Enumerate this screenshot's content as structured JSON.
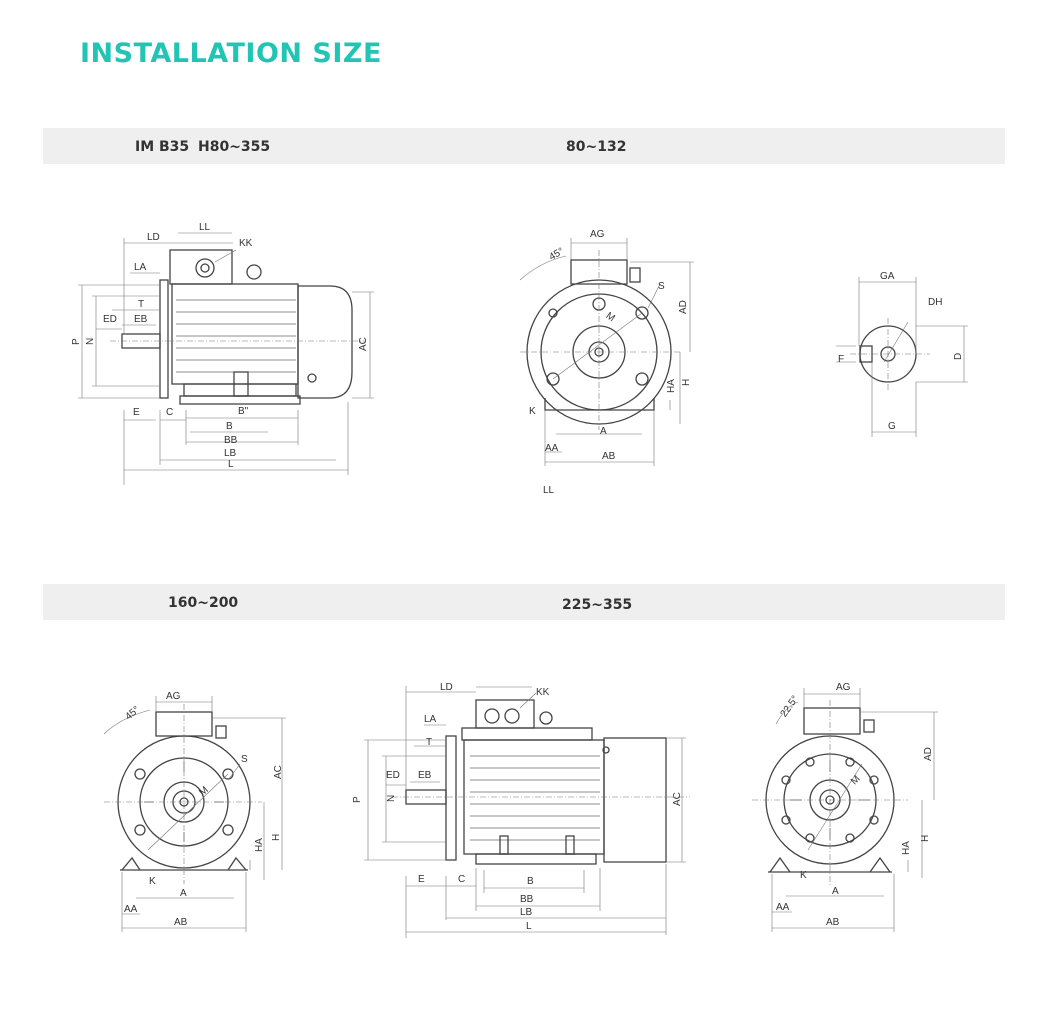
{
  "page_title": "INSTALLATION SIZE",
  "sections": {
    "row1": {
      "mount_label": "IM B35",
      "range_label": "H80~355",
      "front_label": "80~132"
    },
    "row2": {
      "left_label": "160~200",
      "mid_label": "225~355"
    }
  },
  "labels": {
    "side_a": {
      "LD": "LD",
      "LL": "LL",
      "KK": "KK",
      "LA": "LA",
      "T": "T",
      "ED": "ED",
      "EB": "EB",
      "P": "P",
      "N": "N",
      "AC": "AC",
      "E": "E",
      "C": "C",
      "Bq": "B\"",
      "B": "B",
      "BB": "BB",
      "LB": "LB",
      "L": "L"
    },
    "front_a": {
      "AG": "AG",
      "ang": "45°",
      "S": "S",
      "M": "M",
      "AD": "AD",
      "HA": "HA",
      "H": "H",
      "K": "K",
      "A": "A",
      "AA": "AA",
      "AB": "AB",
      "LL": "LL"
    },
    "shaft": {
      "GA": "GA",
      "DH": "DH",
      "F": "F",
      "D": "D",
      "G": "G"
    },
    "front_b": {
      "AG": "AG",
      "ang": "45°",
      "S": "S",
      "M": "M",
      "AC": "AC",
      "HA": "HA",
      "H": "H",
      "K": "K",
      "A": "A",
      "AA": "AA",
      "AB": "AB"
    },
    "side_b": {
      "LD": "LD",
      "KK": "KK",
      "LA": "LA",
      "T": "T",
      "ED": "ED",
      "EB": "EB",
      "P": "P",
      "N": "N",
      "AC": "AC",
      "E": "E",
      "C": "C",
      "B": "B",
      "BB": "BB",
      "LB": "LB",
      "L": "L"
    },
    "front_c": {
      "AG": "AG",
      "ang": "22.5°",
      "M": "M",
      "AD": "AD",
      "HA": "HA",
      "H": "H",
      "K": "K",
      "A": "A",
      "AA": "AA",
      "AB": "AB"
    }
  }
}
